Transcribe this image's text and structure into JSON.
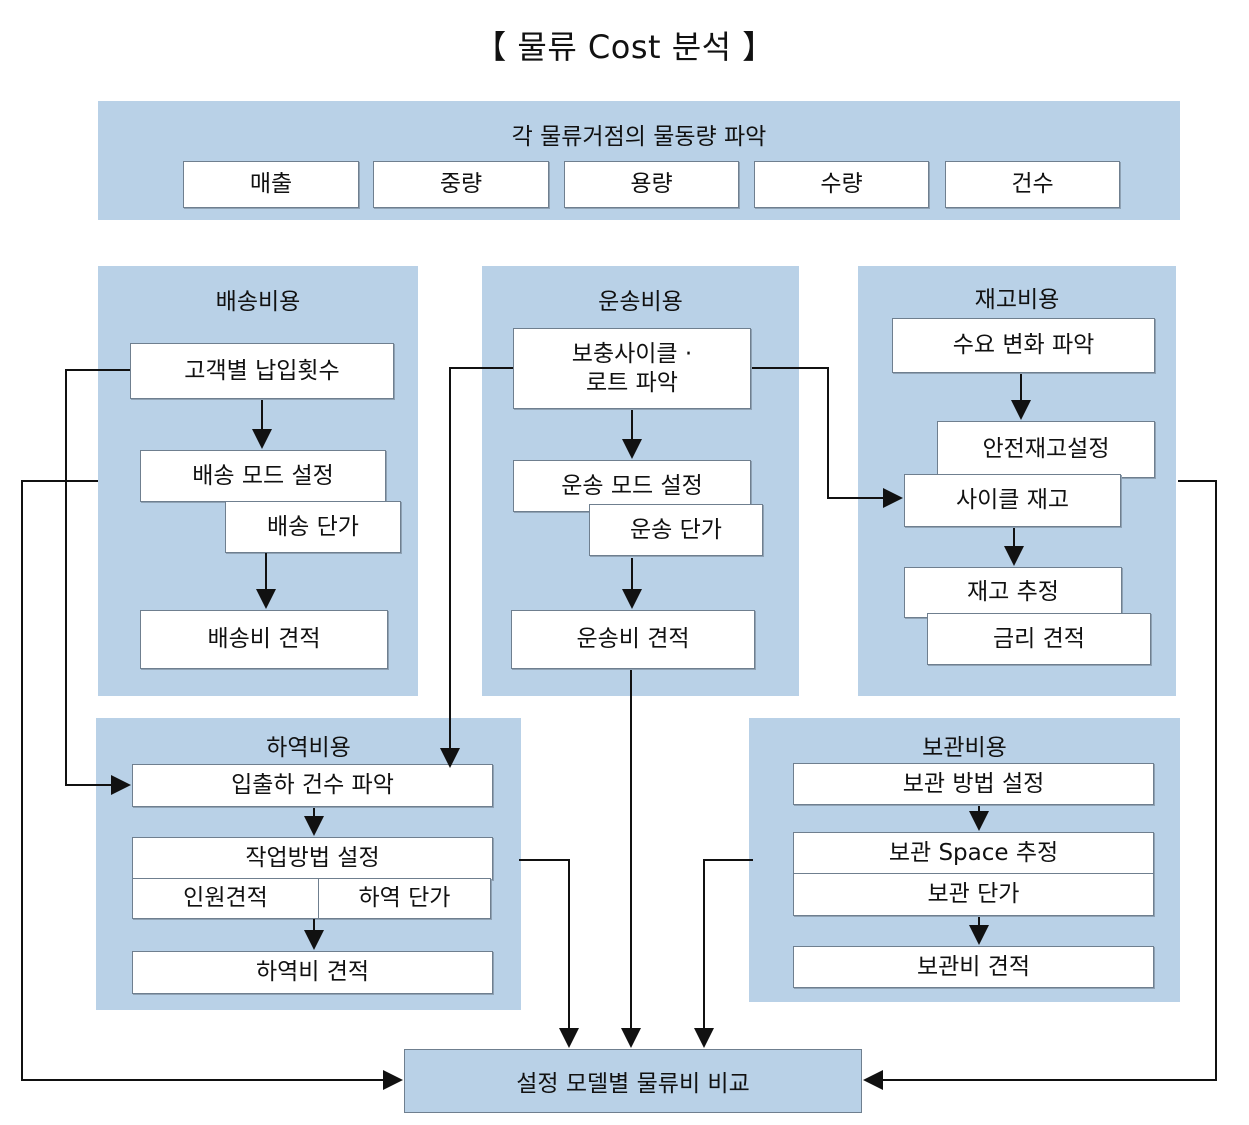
{
  "title": "【 물류 Cost 분석 】",
  "top_panel": {
    "title": "각 물류거점의 물동량 파악",
    "items": [
      "매출",
      "중량",
      "용량",
      "수량",
      "건수"
    ]
  },
  "delivery": {
    "title": "배송비용",
    "customer_visits": "고객별 납입횟수",
    "mode_setting": "배송 모드 설정",
    "unit_price": "배송 단가",
    "estimate": "배송비 견적"
  },
  "transport": {
    "title": "운송비용",
    "cycle_line1": "보충사이클 ·",
    "cycle_line2": "로트 파악",
    "mode_setting": "운송 모드 설정",
    "unit_price": "운송 단가",
    "estimate": "운송비 견적"
  },
  "inventory": {
    "title": "재고비용",
    "demand": "수요 변화 파악",
    "safety_stock": "안전재고설정",
    "cycle_stock": "사이클 재고",
    "estimate": "재고 추정",
    "interest": "금리 견적"
  },
  "handling": {
    "title": "하역비용",
    "count": "입출하 건수 파악",
    "method": "작업방법 설정",
    "labor": "인원견적",
    "unit_price": "하역 단가",
    "estimate": "하역비 견적"
  },
  "storage": {
    "title": "보관비용",
    "method": "보관 방법 설정",
    "space": "보관 Space 추정",
    "unit_price": "보관 단가",
    "estimate": "보관비 견적"
  },
  "final": "설정 모델별 물류비 비교"
}
